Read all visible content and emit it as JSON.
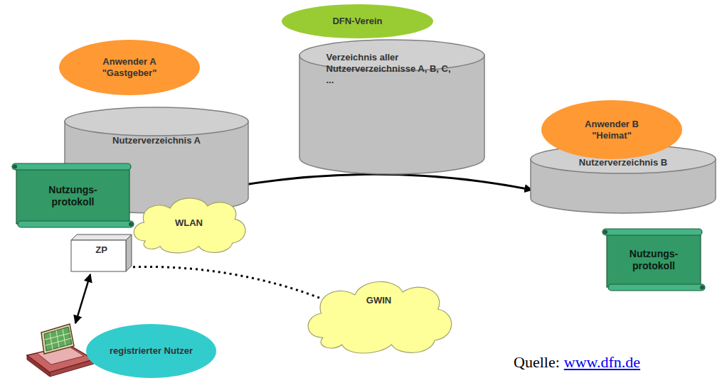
{
  "diagram": {
    "nodes": [
      {
        "text": [
          "DFN-Verein"
        ]
      },
      {
        "text": [
          "Verzeichnis aller Nutzerverzeichnisse A, B, C, ..."
        ]
      },
      {
        "text": [
          "Anwender A",
          "\"Gastgeber\""
        ]
      },
      {
        "text": [
          "Nutzerverzeichnis A"
        ]
      },
      {
        "text": [
          "Anwender B",
          "\"Heimat\""
        ]
      },
      {
        "text": [
          "Nutzerverzeichnis B"
        ]
      },
      {
        "text": [
          "Nutzungs- protokoll"
        ]
      },
      {
        "text": [
          "WLAN"
        ]
      },
      {
        "text": [
          "Nutzungs- protokoll"
        ]
      },
      {
        "text": [
          "ZP"
        ]
      },
      {
        "text": [
          "GWIN"
        ]
      },
      {
        "text": [
          "registrierter Nutzer"
        ]
      }
    ],
    "edges": [
      {
        "from": 6,
        "to": 5,
        "arrow": "to"
      },
      {
        "from": 9,
        "to": 10,
        "arrow": "to"
      }
    ],
    "labels": [
      "Quelle:",
      "www.dfn.de"
    ]
  }
}
